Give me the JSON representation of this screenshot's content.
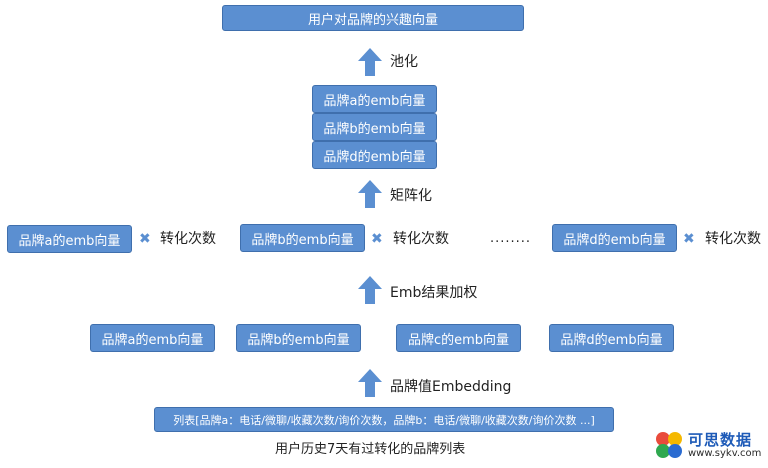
{
  "top": {
    "title": "用户对品牌的兴趣向量"
  },
  "steps": {
    "pool": "池化",
    "matrix": "矩阵化",
    "weight": "Emb结果加权",
    "embed": "品牌值Embedding"
  },
  "stack": [
    "品牌a的emb向量",
    "品牌b的emb向量",
    "品牌d的emb向量"
  ],
  "weighted": [
    {
      "vector": "品牌a的emb向量",
      "op": "转化次数"
    },
    {
      "vector": "品牌b的emb向量",
      "op": "转化次数"
    },
    {
      "vector": "品牌d的emb向量",
      "op": "转化次数"
    }
  ],
  "ellipsis": "........",
  "emb_row": [
    "品牌a的emb向量",
    "品牌b的emb向量",
    "品牌c的emb向量",
    "品牌d的emb向量"
  ],
  "input_list": "列表[品牌a：电话/微聊/收藏次数/询价次数，品牌b：电话/微聊/收藏次数/询价次数 ...]",
  "caption": "用户历史7天有过转化的品牌列表",
  "watermark": {
    "title": "可思数据",
    "url": "www.sykv.com"
  },
  "colors": {
    "box_fill": "#5b8fd1",
    "box_border": "#3f6fad",
    "arrow": "#5b8fd1"
  }
}
